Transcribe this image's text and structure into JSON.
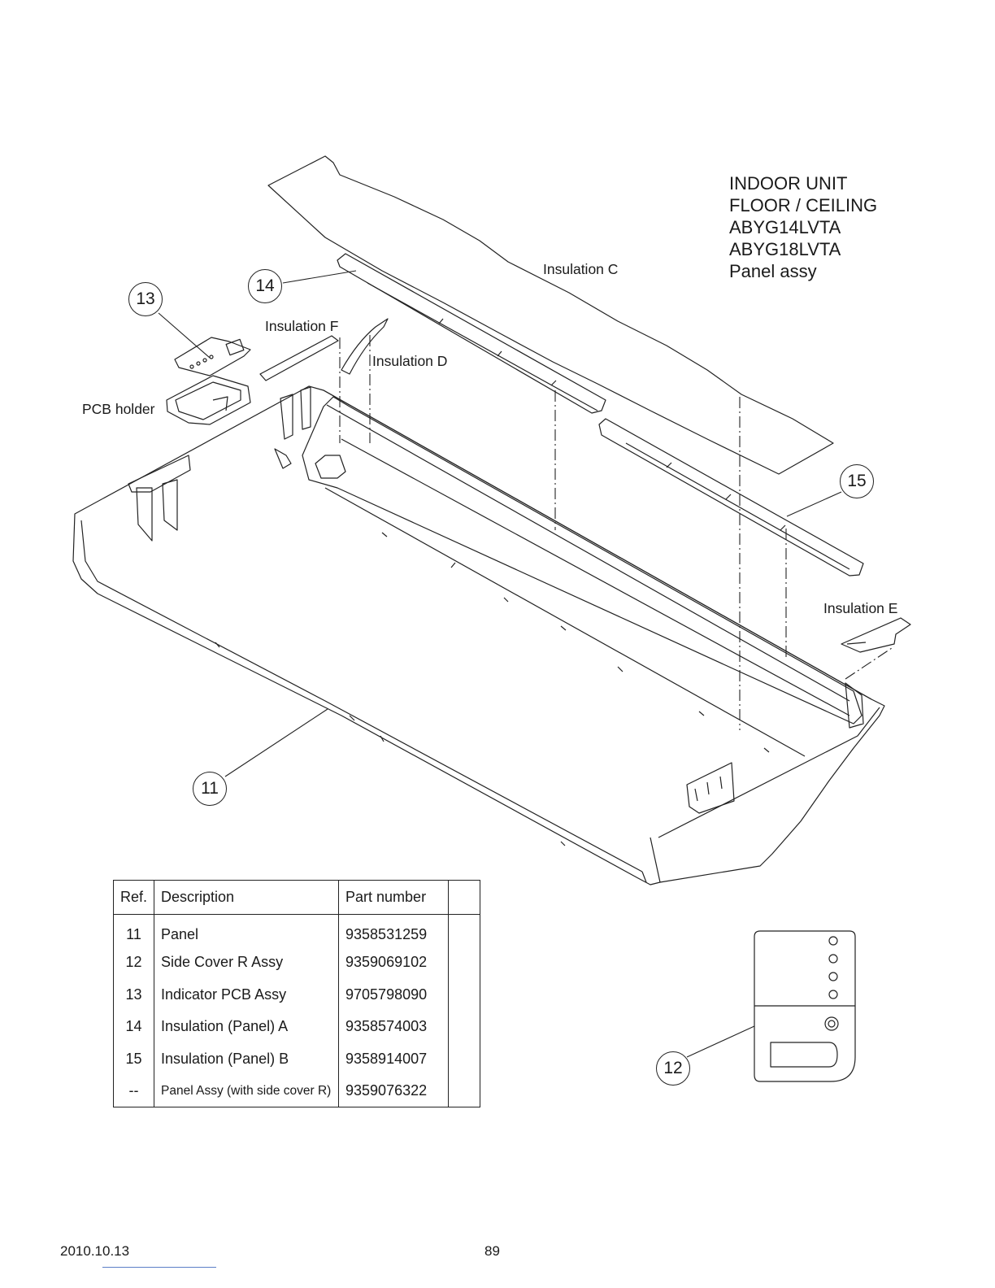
{
  "title": {
    "line1": "INDOOR UNIT",
    "line2": "FLOOR / CEILING",
    "line3": "ABYG14LVTA",
    "line4": "ABYG18LVTA",
    "line5": "Panel assy"
  },
  "labels": {
    "insulation_c": "Insulation C",
    "insulation_d": "Insulation D",
    "insulation_e": "Insulation E",
    "insulation_f": "Insulation F",
    "pcb_holder": "PCB holder"
  },
  "balloons": {
    "b11": "11",
    "b12": "12",
    "b13": "13",
    "b14": "14",
    "b15": "15"
  },
  "table": {
    "headers": {
      "ref": "Ref.",
      "description": "Description",
      "part_number": "Part number"
    },
    "rows": [
      {
        "ref": "11",
        "description": "Panel",
        "part_number": "9358531259"
      },
      {
        "ref": "12",
        "description": "Side Cover R Assy",
        "part_number": "9359069102"
      },
      {
        "ref": "13",
        "description": "Indicator PCB Assy",
        "part_number": "9705798090"
      },
      {
        "ref": "14",
        "description": "Insulation (Panel) A",
        "part_number": "9358574003"
      },
      {
        "ref": "15",
        "description": "Insulation (Panel) B",
        "part_number": "9358914007"
      },
      {
        "ref": "--",
        "description": "Panel Assy (with side cover R)",
        "part_number": "9359076322"
      }
    ]
  },
  "footer": {
    "date": "2010.10.13",
    "page": "89"
  }
}
